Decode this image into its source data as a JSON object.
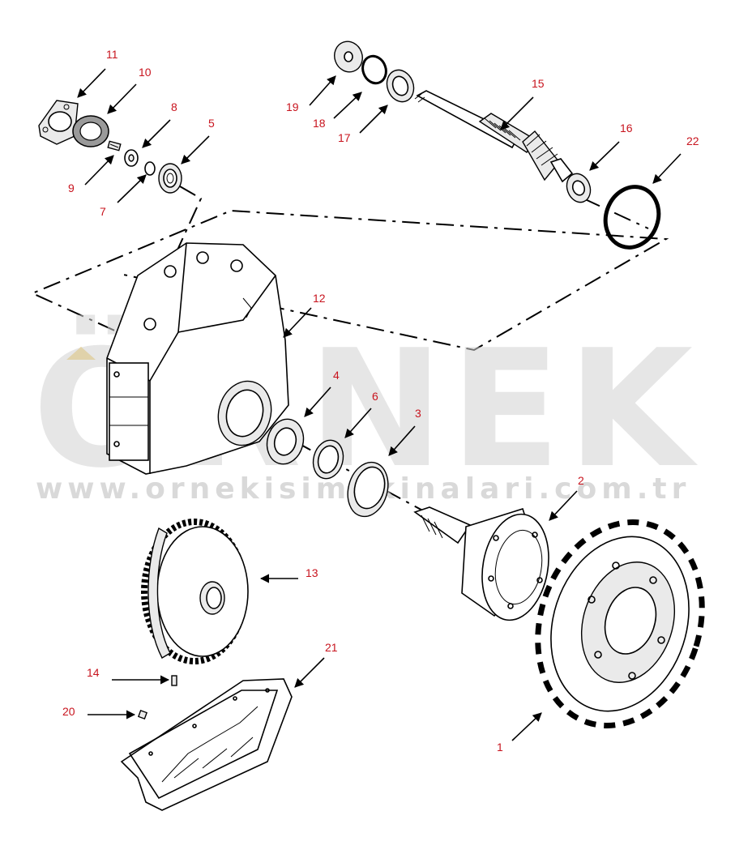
{
  "diagram": {
    "watermark": {
      "brand": "ÖRNEK",
      "url": "www.ornekisimakinalari.com.tr"
    },
    "callouts": [
      {
        "id": "1",
        "label": "1"
      },
      {
        "id": "2",
        "label": "2"
      },
      {
        "id": "3",
        "label": "3"
      },
      {
        "id": "4",
        "label": "4"
      },
      {
        "id": "5",
        "label": "5"
      },
      {
        "id": "6",
        "label": "6"
      },
      {
        "id": "7",
        "label": "7"
      },
      {
        "id": "8",
        "label": "8"
      },
      {
        "id": "9",
        "label": "9"
      },
      {
        "id": "10",
        "label": "10"
      },
      {
        "id": "11",
        "label": "11"
      },
      {
        "id": "12",
        "label": "12"
      },
      {
        "id": "13",
        "label": "13"
      },
      {
        "id": "14",
        "label": "14"
      },
      {
        "id": "15",
        "label": "15"
      },
      {
        "id": "16",
        "label": "16"
      },
      {
        "id": "17",
        "label": "17"
      },
      {
        "id": "18",
        "label": "18"
      },
      {
        "id": "19",
        "label": "19"
      },
      {
        "id": "20",
        "label": "20"
      },
      {
        "id": "21",
        "label": "21"
      },
      {
        "id": "22",
        "label": "22"
      }
    ],
    "colors": {
      "label": "#c8141e",
      "line": "#000000",
      "watermark": "#d2d2d2",
      "watermark_accent": "#f2d27a"
    }
  }
}
